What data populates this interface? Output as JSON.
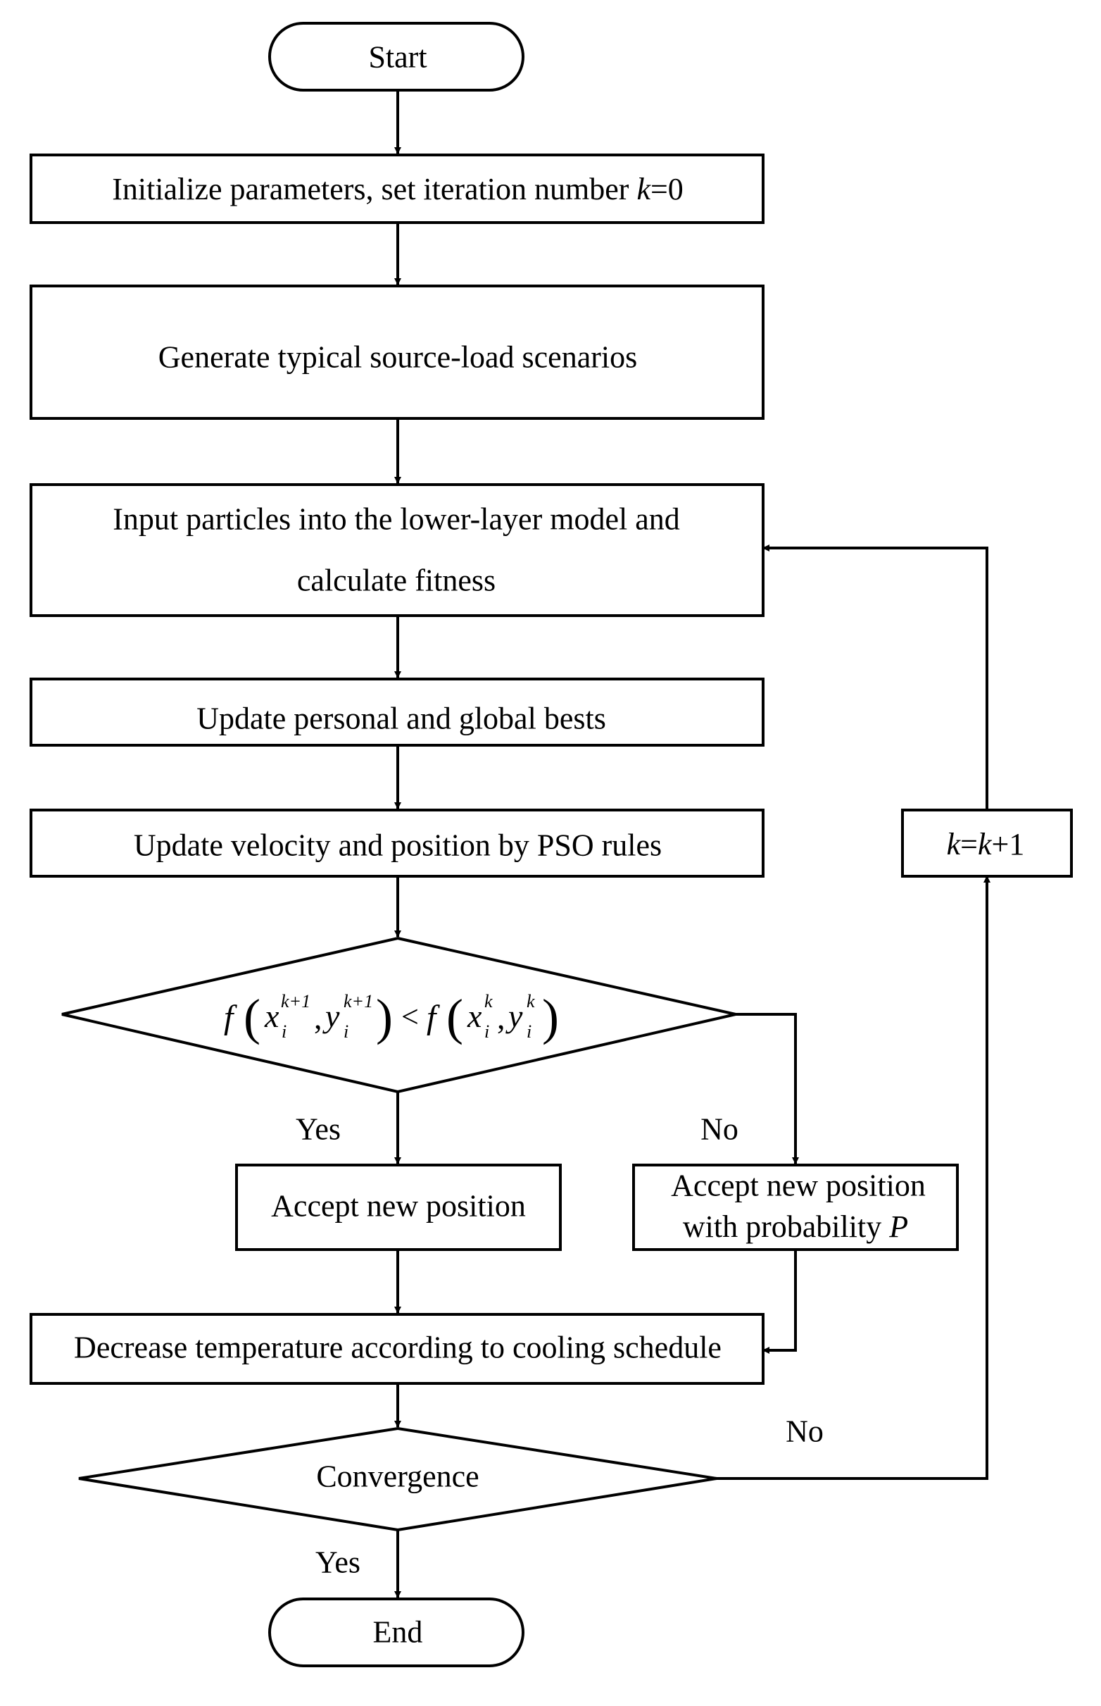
{
  "nodes": {
    "start": "Start",
    "init_text": "Initialize parameters, set iteration number ",
    "init_var": "k",
    "init_eq": "=0",
    "generate": "Generate typical source-load scenarios",
    "input_line1": "Input particles into the lower-layer model and",
    "input_line2": "calculate fitness",
    "update_bests": "Update personal and global bests",
    "update_velocity": "Update velocity and position by PSO rules",
    "accept": "Accept new position",
    "accept_prob_line1": "Accept new position",
    "accept_prob_line2_text": "with probability ",
    "accept_prob_line2_var": "P",
    "decrease_temp": "Decrease temperature according to cooling schedule",
    "convergence": "Convergence",
    "end": "End",
    "k_update_var1": "k",
    "k_update_eq": "=",
    "k_update_var2": "k",
    "k_update_plus": "+1"
  },
  "condition": {
    "f": "f",
    "x": "x",
    "y": "y",
    "sub_i": "i",
    "sup_k1": "k+1",
    "sup_k": "k",
    "comma": ",",
    "lt": "<"
  },
  "edge_labels": {
    "cond_yes": "Yes",
    "cond_no": "No",
    "conv_no": "No",
    "conv_yes": "Yes"
  }
}
